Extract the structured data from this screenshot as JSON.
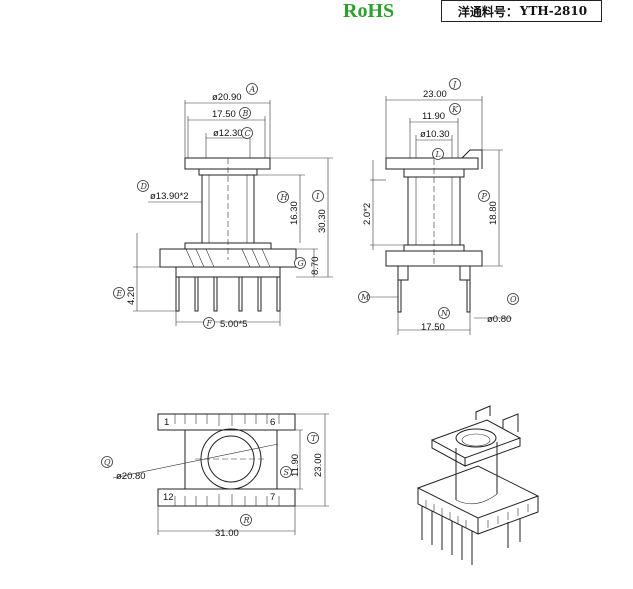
{
  "header": {
    "rohs_label": "RoHS",
    "part_label": "洋通料号：",
    "part_number": "YTH-2810"
  },
  "refs": [
    "A",
    "B",
    "C",
    "D",
    "E",
    "F",
    "G",
    "H",
    "I",
    "J",
    "K",
    "L",
    "M",
    "N",
    "O",
    "P",
    "Q",
    "R",
    "S",
    "T"
  ],
  "front_view": {
    "dim_A": "ø20.90",
    "dim_B": "17.50",
    "dim_C": "ø12.30",
    "dim_D": "ø13.90*2",
    "dim_H": "16.30",
    "dim_I": "30.30",
    "dim_G": "8.70",
    "dim_E": "4.20",
    "dim_F": "5.00*5"
  },
  "side_view": {
    "dim_J": "23.00",
    "dim_K": "11.90",
    "dim_L": "ø10.30",
    "dim_P": "18.80",
    "dim_2": "2.0*2",
    "dim_N": "17.50",
    "dim_O": "ø0.80"
  },
  "bottom_view": {
    "dim_Q": "ø20.80",
    "dim_S": "11.90",
    "dim_T": "23.00",
    "dim_R": "31.00",
    "pin_labels": [
      "1",
      "6",
      "12",
      "7"
    ]
  }
}
